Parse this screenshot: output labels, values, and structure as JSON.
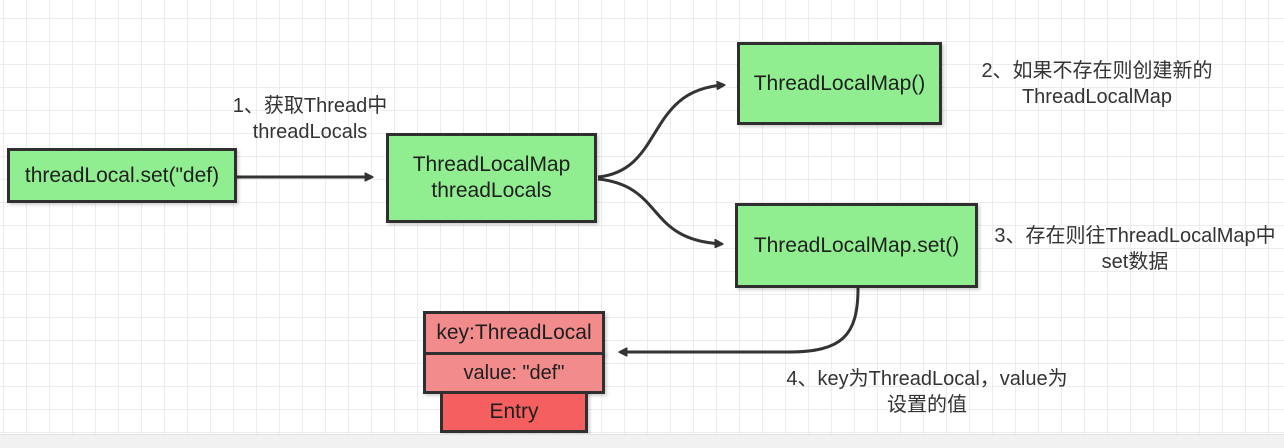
{
  "diagram": {
    "title_hint": "ThreadLocal set flow diagram",
    "nodes": {
      "thread_local_set": {
        "label": "threadLocal.set(\"def)"
      },
      "thread_local_map_field": {
        "line1": "ThreadLocalMap",
        "line2": "threadLocals"
      },
      "thread_local_map_new": {
        "label": "ThreadLocalMap()"
      },
      "thread_local_map_set": {
        "label": "ThreadLocalMap.set()"
      },
      "entry_key": {
        "label": "key:ThreadLocal"
      },
      "entry_value": {
        "label": "value: \"def\""
      },
      "entry": {
        "label": "Entry"
      }
    },
    "annotations": {
      "step1": {
        "line1": "1、获取Thread中",
        "line2": "threadLocals"
      },
      "step2": {
        "line1": "2、如果不存在则创建新的",
        "line2": "ThreadLocalMap"
      },
      "step3": {
        "line1": "3、存在则往ThreadLocalMap中",
        "line2": "set数据"
      },
      "step4": {
        "line1": "4、key为ThreadLocal，value为",
        "line2": "设置的值"
      }
    },
    "colors": {
      "node_green": "#90ee90",
      "node_pink": "#f28b8b",
      "node_red": "#f55f5f",
      "node_border": "#2f2f2f",
      "arrow": "#333333",
      "grid_line": "#ececec",
      "background": "#ffffff",
      "scrollbar_track": "#f1f1f1"
    }
  }
}
